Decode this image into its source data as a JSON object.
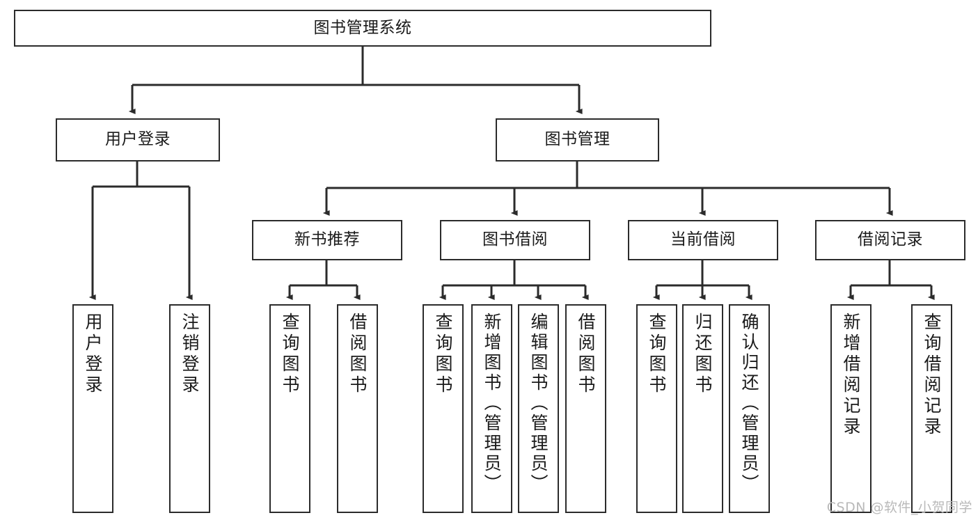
{
  "diagram": {
    "title": "图书管理系统",
    "type": "tree-hierarchy",
    "watermark": "CSDN @软件_小贺同学",
    "colors": {
      "stroke": "#2b2b2b",
      "fill": "#ffffff",
      "text": "#1a1a1a",
      "watermark": "#b9b9b9"
    },
    "levels": {
      "root": "图书管理系统",
      "level2": [
        "用户登录",
        "图书管理"
      ],
      "level3": [
        "新书推荐",
        "图书借阅",
        "当前借阅",
        "借阅记录"
      ],
      "leaves": [
        "用户登录",
        "注销登录",
        "查询图书",
        "借阅图书",
        "查询图书",
        "新增图书（管理员）",
        "编辑图书（管理员）",
        "借阅图书",
        "查询图书",
        "归还图书",
        "确认归还（管理员）",
        "新增借阅记录",
        "查询借阅记录"
      ]
    },
    "nodes": {
      "root": {
        "label": "图书管理系统"
      },
      "user_login": {
        "label": "用户登录"
      },
      "book_manage": {
        "label": "图书管理"
      },
      "new_book_rec": {
        "label": "新书推荐"
      },
      "book_borrow": {
        "label": "图书借阅"
      },
      "current_borrow": {
        "label": "当前借阅"
      },
      "borrow_record": {
        "label": "借阅记录"
      },
      "leaf_user_login": {
        "label": "用户登录"
      },
      "leaf_logout": {
        "label": "注销登录"
      },
      "leaf_query_book_1": {
        "label": "查询图书"
      },
      "leaf_borrow_book_1": {
        "label": "借阅图书"
      },
      "leaf_query_book_2": {
        "label": "查询图书"
      },
      "leaf_add_book_admin": {
        "label": "新增图书（管理员）"
      },
      "leaf_edit_book_admin": {
        "label": "编辑图书（管理员）"
      },
      "leaf_borrow_book_2": {
        "label": "借阅图书"
      },
      "leaf_query_book_3": {
        "label": "查询图书"
      },
      "leaf_return_book": {
        "label": "归还图书"
      },
      "leaf_confirm_return_admin": {
        "label": "确认归还（管理员）"
      },
      "leaf_add_record": {
        "label": "新增借阅记录"
      },
      "leaf_query_record": {
        "label": "查询借阅记录"
      }
    }
  }
}
